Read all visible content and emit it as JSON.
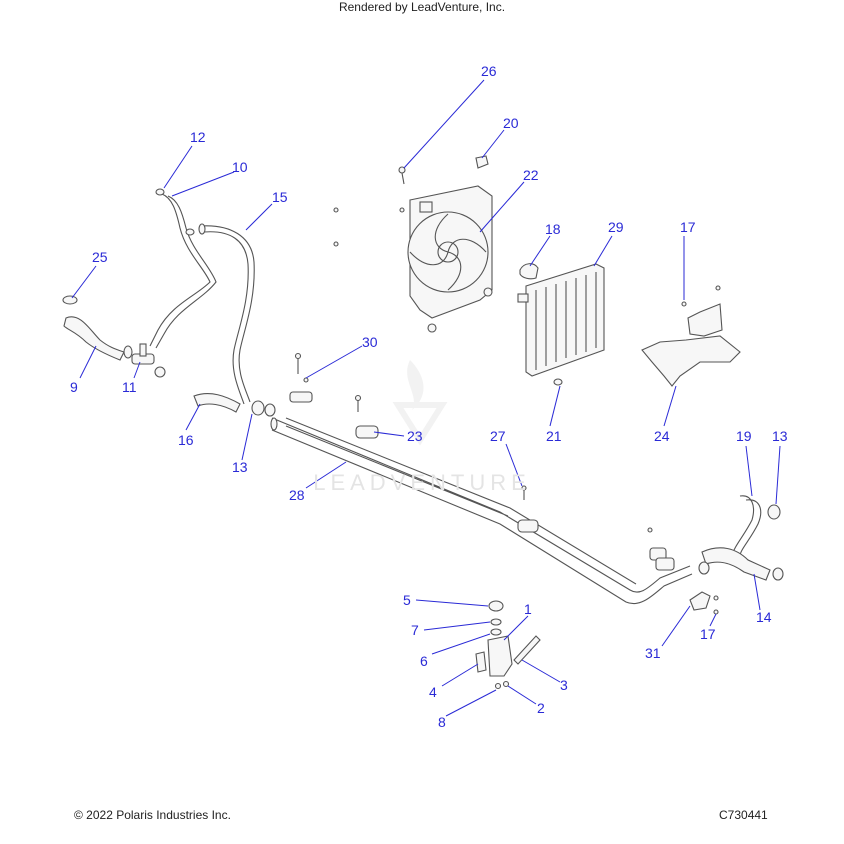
{
  "callouts": [
    "26",
    "20",
    "22",
    "12",
    "10",
    "15",
    "18",
    "29",
    "17",
    "25",
    "30",
    "9",
    "11",
    "16",
    "13",
    "23",
    "21",
    "24",
    "27",
    "19",
    "13",
    "28",
    "5",
    "1",
    "7",
    "6",
    "3",
    "4",
    "2",
    "8",
    "31",
    "17",
    "14"
  ],
  "footer": {
    "copyright": "© 2022 Polaris Industries Inc.",
    "catalog": "C730441",
    "rendered": "Rendered by LeadVenture, Inc."
  },
  "watermark": "LEADVENTURE",
  "colors": {
    "callout": "#2a2ad6",
    "line": "#555555"
  }
}
